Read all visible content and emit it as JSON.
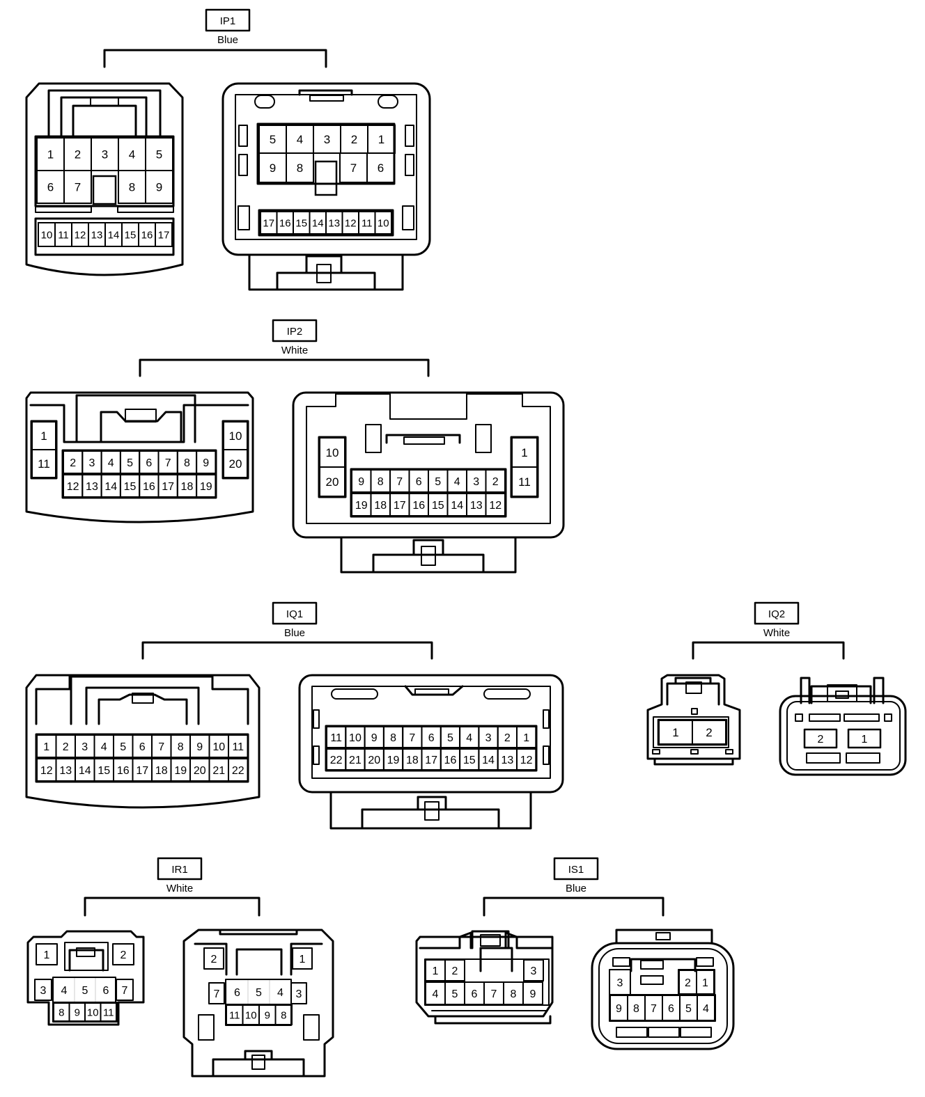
{
  "connectors": {
    "ip1": {
      "id": "IP1",
      "color": "Blue",
      "left_pins": [
        [
          "1",
          "2",
          "3",
          "4",
          "5"
        ],
        [
          "6",
          "7",
          "",
          "8",
          "9"
        ],
        [
          "10",
          "11",
          "12",
          "13",
          "14",
          "15",
          "16",
          "17"
        ]
      ],
      "right_pins": [
        [
          "5",
          "4",
          "3",
          "2",
          "1"
        ],
        [
          "9",
          "8",
          "",
          "7",
          "6"
        ],
        [
          "17",
          "16",
          "15",
          "14",
          "13",
          "12",
          "11",
          "10"
        ]
      ]
    },
    "ip2": {
      "id": "IP2",
      "color": "White",
      "left_pins": {
        "side_left": [
          "1",
          "11"
        ],
        "side_right": [
          "10",
          "20"
        ],
        "top": [
          "2",
          "3",
          "4",
          "5",
          "6",
          "7",
          "8",
          "9"
        ],
        "bottom": [
          "12",
          "13",
          "14",
          "15",
          "16",
          "17",
          "18",
          "19"
        ]
      },
      "right_pins": {
        "side_left": [
          "10",
          "20"
        ],
        "side_right": [
          "1",
          "11"
        ],
        "top": [
          "9",
          "8",
          "7",
          "6",
          "5",
          "4",
          "3",
          "2"
        ],
        "bottom": [
          "19",
          "18",
          "17",
          "16",
          "15",
          "14",
          "13",
          "12"
        ]
      }
    },
    "iq1": {
      "id": "IQ1",
      "color": "Blue",
      "left_pins": [
        [
          "1",
          "2",
          "3",
          "4",
          "5",
          "6",
          "7",
          "8",
          "9",
          "10",
          "11"
        ],
        [
          "12",
          "13",
          "14",
          "15",
          "16",
          "17",
          "18",
          "19",
          "20",
          "21",
          "22"
        ]
      ],
      "right_pins": [
        [
          "11",
          "10",
          "9",
          "8",
          "7",
          "6",
          "5",
          "4",
          "3",
          "2",
          "1"
        ],
        [
          "22",
          "21",
          "20",
          "19",
          "18",
          "17",
          "16",
          "15",
          "14",
          "13",
          "12"
        ]
      ]
    },
    "iq2": {
      "id": "IQ2",
      "color": "White",
      "left_pins": [
        "1",
        "2"
      ],
      "right_pins": [
        "2",
        "1"
      ]
    },
    "ir1": {
      "id": "IR1",
      "color": "White",
      "left_pins": {
        "top": [
          "1",
          "2"
        ],
        "mid": [
          "3",
          "4",
          "5",
          "6",
          "7"
        ],
        "bottom": [
          "8",
          "9",
          "10",
          "11"
        ]
      },
      "right_pins": {
        "top": [
          "2",
          "1"
        ],
        "mid": [
          "7",
          "6",
          "5",
          "4",
          "3"
        ],
        "bottom": [
          "11",
          "10",
          "9",
          "8"
        ]
      }
    },
    "is1": {
      "id": "IS1",
      "color": "Blue",
      "left_pins": {
        "top": [
          "1",
          "2",
          "3"
        ],
        "bottom": [
          "4",
          "5",
          "6",
          "7",
          "8",
          "9"
        ]
      },
      "right_pins": {
        "top": [
          "3",
          "2",
          "1"
        ],
        "bottom": [
          "9",
          "8",
          "7",
          "6",
          "5",
          "4"
        ]
      }
    }
  }
}
